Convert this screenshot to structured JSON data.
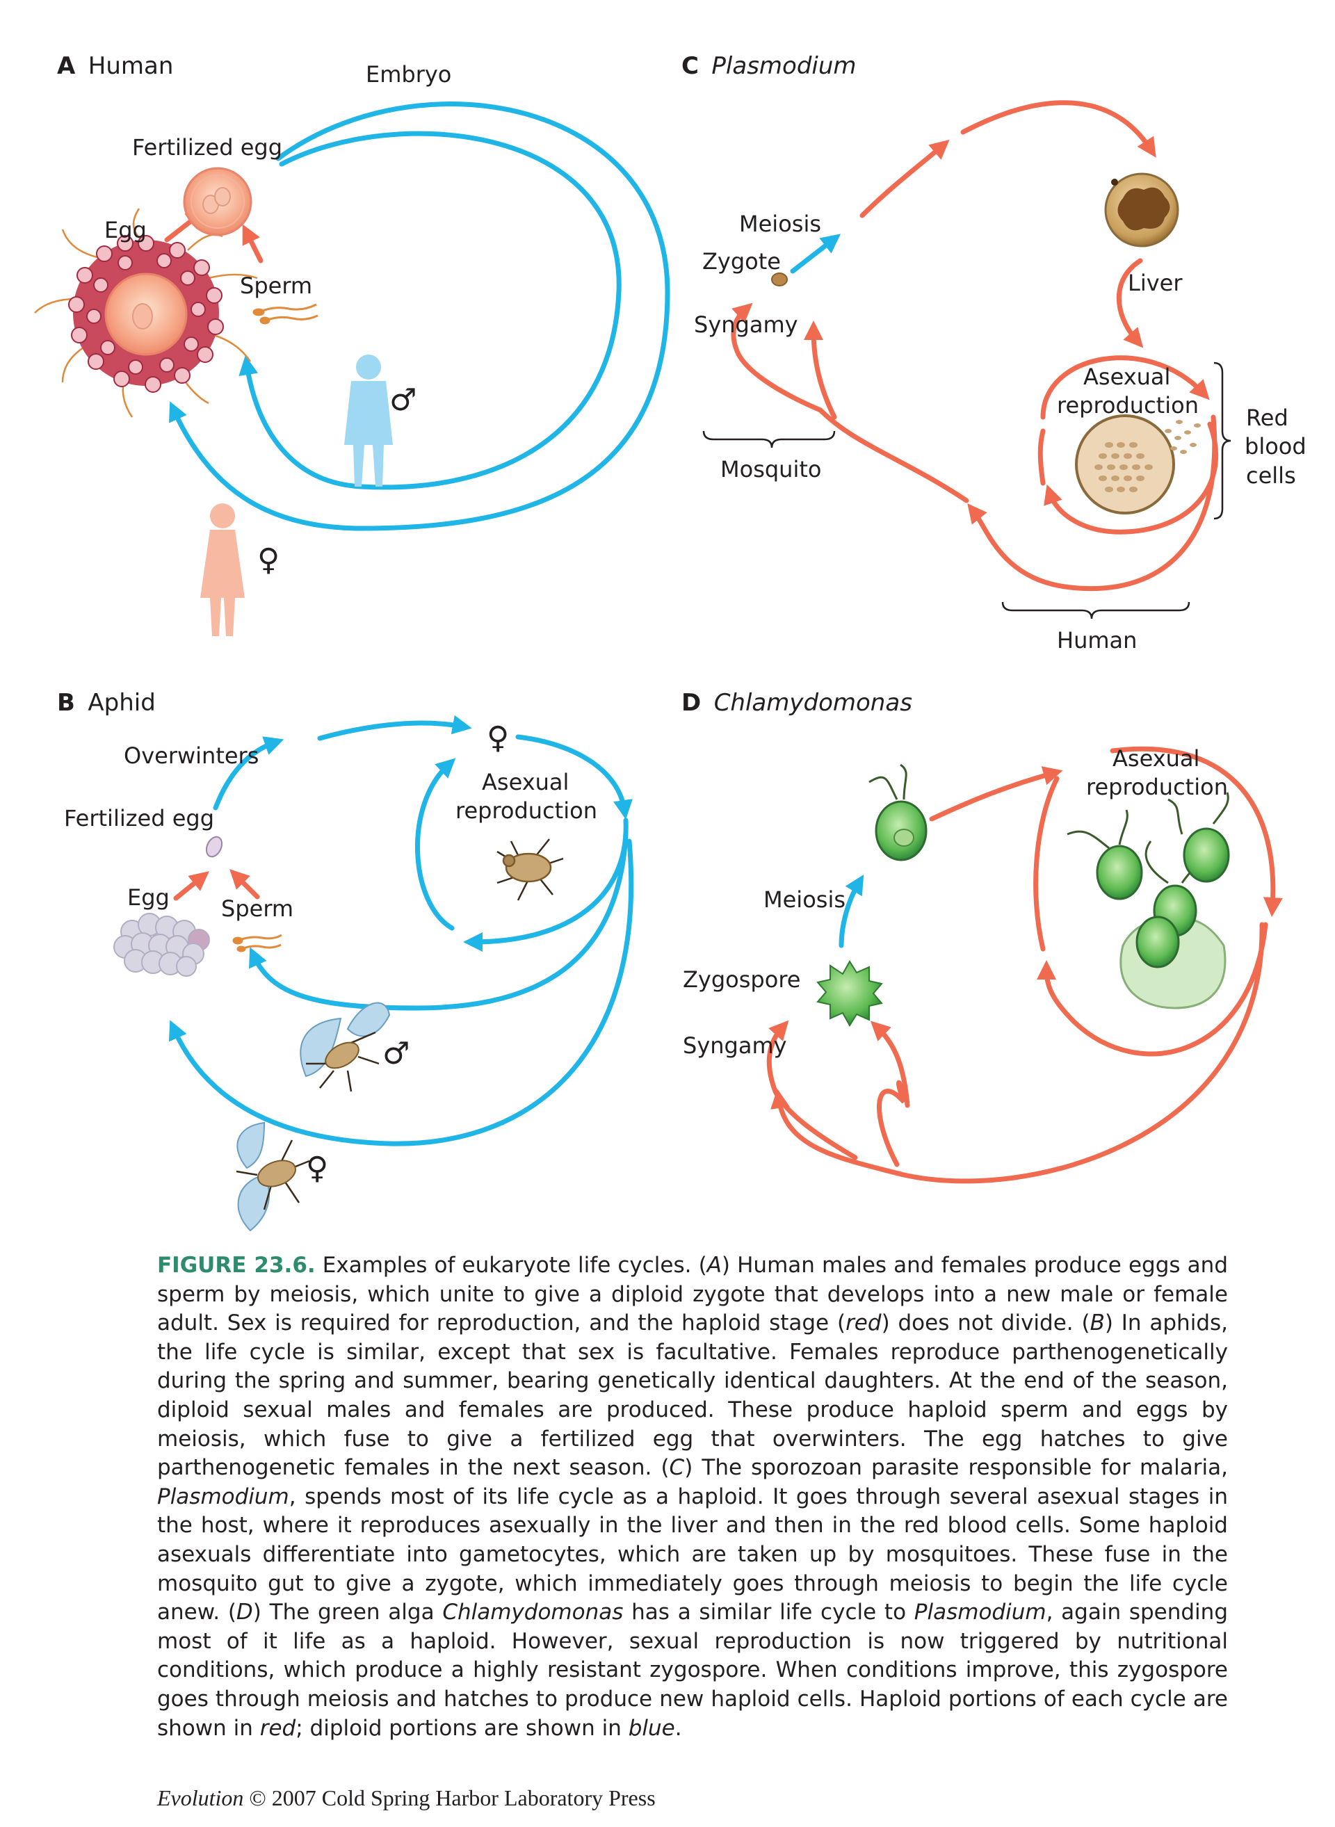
{
  "panels": {
    "a": {
      "letter": "A",
      "title": "Human",
      "labels": {
        "embryo": "Embryo",
        "fertilized_egg": "Fertilized egg",
        "egg": "Egg",
        "sperm": "Sperm",
        "male": "♂",
        "female": "♀"
      }
    },
    "b": {
      "letter": "B",
      "title": "Aphid",
      "labels": {
        "overwinters": "Overwinters",
        "fertilized_egg": "Fertilized egg",
        "egg": "Egg",
        "sperm": "Sperm",
        "female_top": "♀",
        "asexual_1": "Asexual",
        "asexual_2": "reproduction",
        "male": "♂",
        "female": "♀"
      }
    },
    "c": {
      "letter": "C",
      "title": "Plasmodium",
      "labels": {
        "meiosis": "Meiosis",
        "zygote": "Zygote",
        "syngamy": "Syngamy",
        "liver": "Liver",
        "asexual_1": "Asexual",
        "asexual_2": "reproduction",
        "rbc_1": "Red",
        "rbc_2": "blood",
        "rbc_3": "cells",
        "mosquito": "Mosquito",
        "human": "Human"
      }
    },
    "d": {
      "letter": "D",
      "title": "Chlamydomonas",
      "labels": {
        "asexual_1": "Asexual",
        "asexual_2": "reproduction",
        "meiosis": "Meiosis",
        "zygospore": "Zygospore",
        "syngamy": "Syngamy"
      }
    }
  },
  "colors": {
    "haploid": "#ef6a4f",
    "diploid": "#1fb5e6",
    "caption_label": "#2e8c6e"
  },
  "caption": {
    "label": "FIGURE 23.6.",
    "s1": " Examples of eukaryote life cycles. (",
    "a": "A",
    "s2": ") Human males and females produce eggs and sperm by meiosis, which unite to give a diploid zygote that develops into a new male or female adult. Sex is required for reproduction, and the haploid stage (",
    "red1": "red",
    "s3": ") does not divide. (",
    "b": "B",
    "s4": ") In aphids, the life cycle is similar, except that sex is facultative. Females reproduce parthenogenetically during the spring and summer, bearing genetically identical daughters. At the end of the season, diploid sexual males and females are produced. These produce haploid sperm and eggs by meiosis, which fuse to give a fertilized egg that overwinters. The egg hatches to give parthenogenetic females in the next season. (",
    "c": "C",
    "s5": ") The sporozoan parasite responsible for malaria, ",
    "plasmodium1": "Plasmodium",
    "s6": ", spends most of its life cycle as a haploid. It goes through several asexual stages in the host, where it reproduces asexually in the liver and then in the red blood cells. Some haploid asexuals differentiate into gametocytes, which are taken up by mosquitoes. These fuse in the mosquito gut to give a zygote, which immediately goes through meiosis to begin the life cycle anew. (",
    "d": "D",
    "s7": ") The green alga ",
    "chlamy": "Chlamydomonas",
    "s8": " has a similar life cycle to ",
    "plasmodium2": "Plasmodium",
    "s9": ", again spending most of it life as a haploid. However, sexual reproduction is now triggered by nutritional conditions, which produce a highly resistant zygospore. When conditions improve, this zygospore goes through meiosis and hatches to produce new haploid cells. Haploid portions of each cycle are shown in ",
    "red2": "red",
    "s10": "; diploid portions are shown in ",
    "blue": "blue",
    "s11": "."
  },
  "credit": {
    "title": "Evolution",
    "rest": " © 2007 Cold Spring Harbor Laboratory Press"
  }
}
